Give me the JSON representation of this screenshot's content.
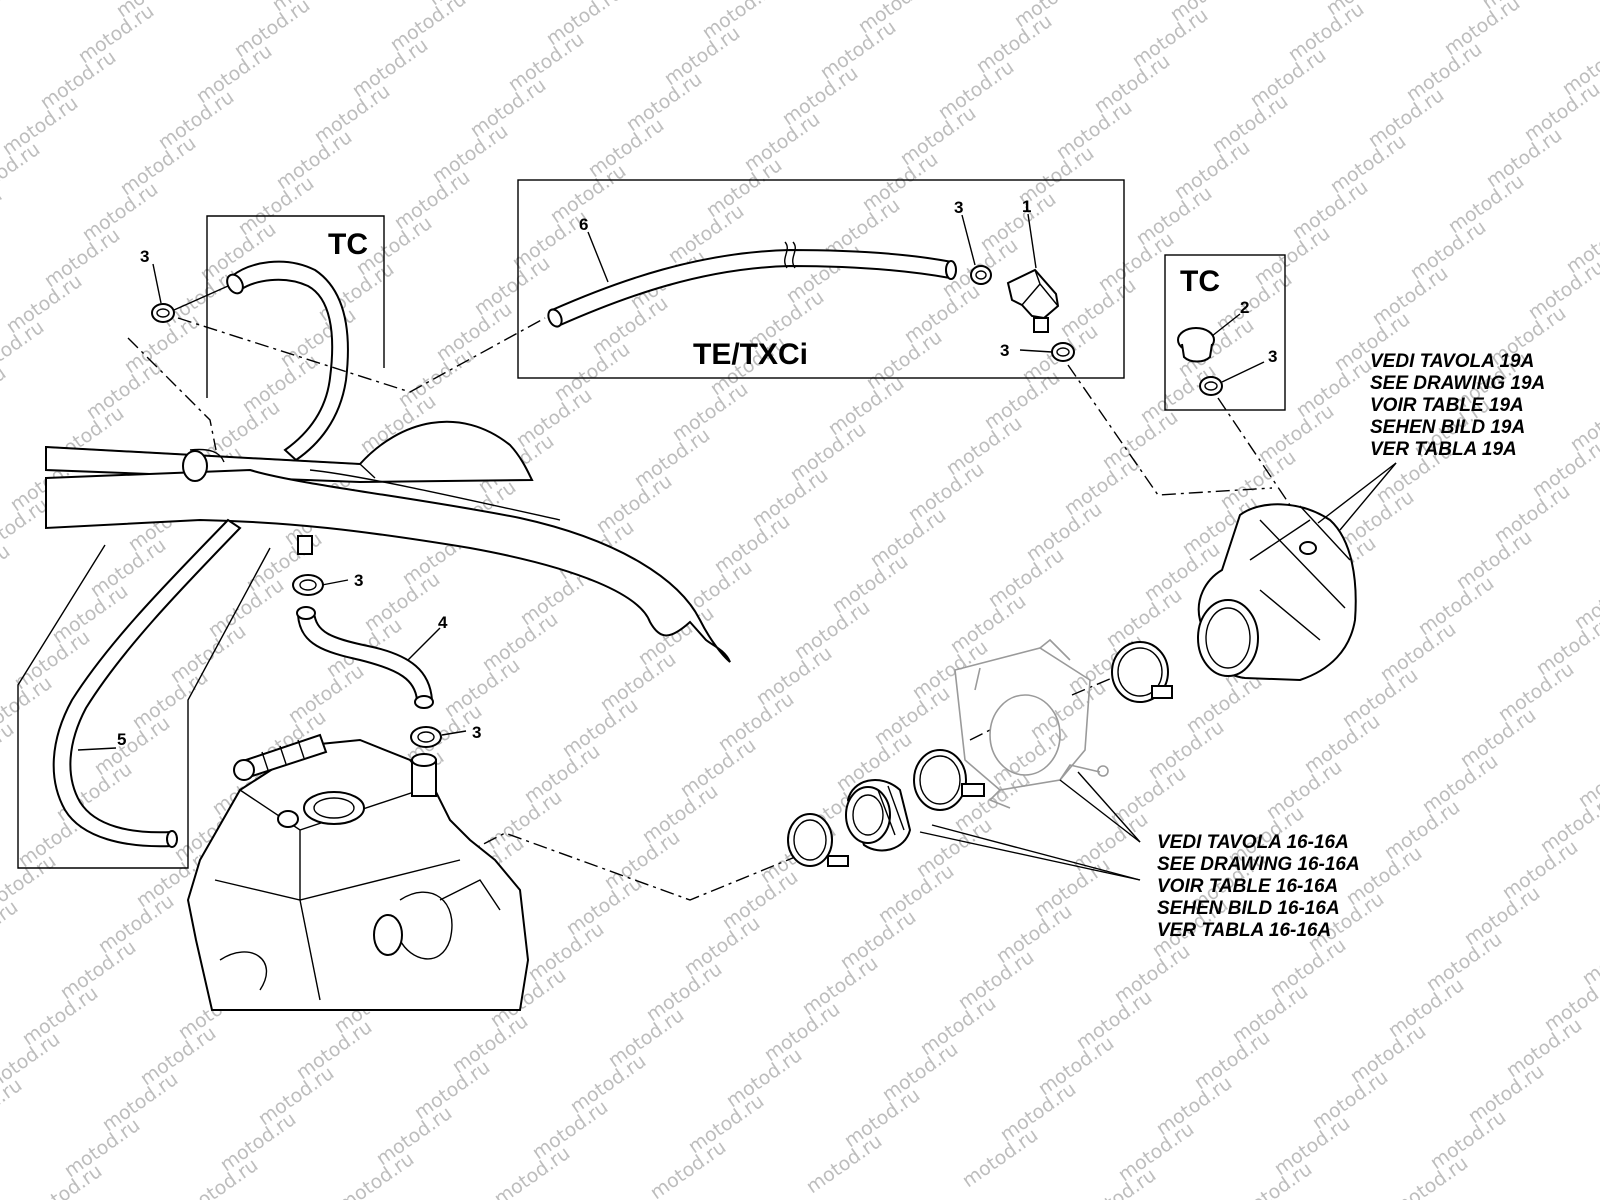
{
  "watermark": {
    "text": "motod.ru"
  },
  "boxes": {
    "tc_left": {
      "title": "TC"
    },
    "te_txci": {
      "title": "TE/TXCi"
    },
    "tc_right": {
      "title": "TC"
    }
  },
  "callouts": {
    "c1": "1",
    "c2": "2",
    "c3_box_left": "3",
    "c3_box_top": "3",
    "c3_box_top_low": "3",
    "c3_box_right": "3",
    "c3_mid_upper": "3",
    "c3_mid_lower": "3",
    "c4": "4",
    "c5": "5",
    "c6": "6"
  },
  "references": {
    "drawing_19a": [
      "VEDI TAVOLA 19A",
      "SEE DRAWING 19A",
      "VOIR TABLE 19A",
      "SEHEN BILD 19A",
      "VER TABLA 19A"
    ],
    "drawing_16_16a": [
      "VEDI TAVOLA 16-16A",
      "SEE DRAWING 16-16A",
      "VOIR TABLE 16-16A",
      "SEHEN BILD 16-16A",
      "VER TABLA 16-16A"
    ]
  }
}
